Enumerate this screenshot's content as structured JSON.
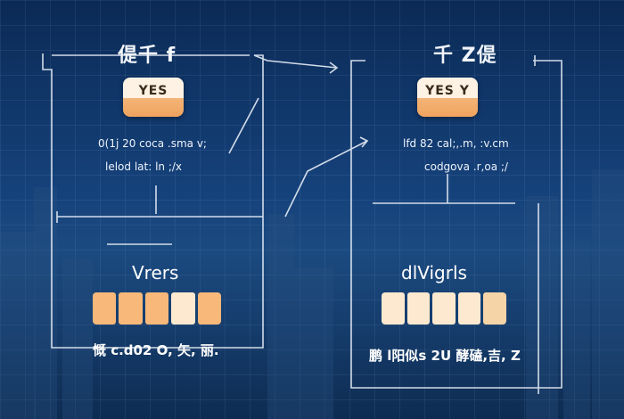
{
  "left_panel": {
    "heading": "偍千 f",
    "badge": "YES",
    "line1": "0(1j 20   coca .sma v;",
    "line2": "lelod lat:  ln   ;/x",
    "label": "Vrers",
    "footer": "慨 c.d02 O,  矢, 丽.",
    "bar_segments": 5
  },
  "right_panel": {
    "heading": "千 Z偍",
    "badge": "YES Y",
    "line1": "lfd 82 cal;,.m, :v.cm",
    "line2": "codgova .r,oa ;/",
    "label": "dlVigrls",
    "footer": "鹏 l阳似s 2U 酵磕,吉, Z",
    "bar_segments": 5
  },
  "colors": {
    "accent_orange": "#f7b87a",
    "accent_cream": "#fde9cf",
    "line_white": "#e8eef7",
    "background_blue": "#15417a"
  }
}
